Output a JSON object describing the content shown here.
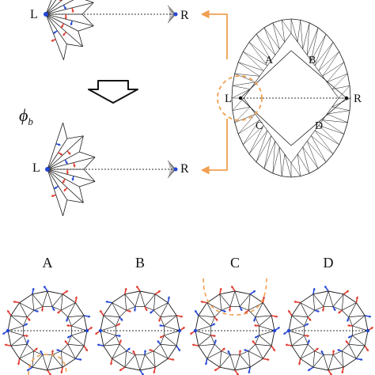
{
  "colors": {
    "line": "#1a1a1a",
    "dotted": "#333333",
    "red": "#e03a2e",
    "blue": "#2446d6",
    "orange": "#f0a050",
    "arrow_fill": "#ffffff"
  },
  "top_left": {
    "left_node": "L",
    "right_node": "R"
  },
  "phi_label": "ϕ",
  "phi_subscript": "b",
  "bottom_left": {
    "left_node": "L",
    "right_node": "R"
  },
  "right_shape": {
    "left_node": "L",
    "right_node": "R",
    "regions": [
      "A",
      "B",
      "C",
      "D"
    ]
  },
  "bottom_row": {
    "titles": [
      "A",
      "B",
      "C",
      "D"
    ]
  }
}
